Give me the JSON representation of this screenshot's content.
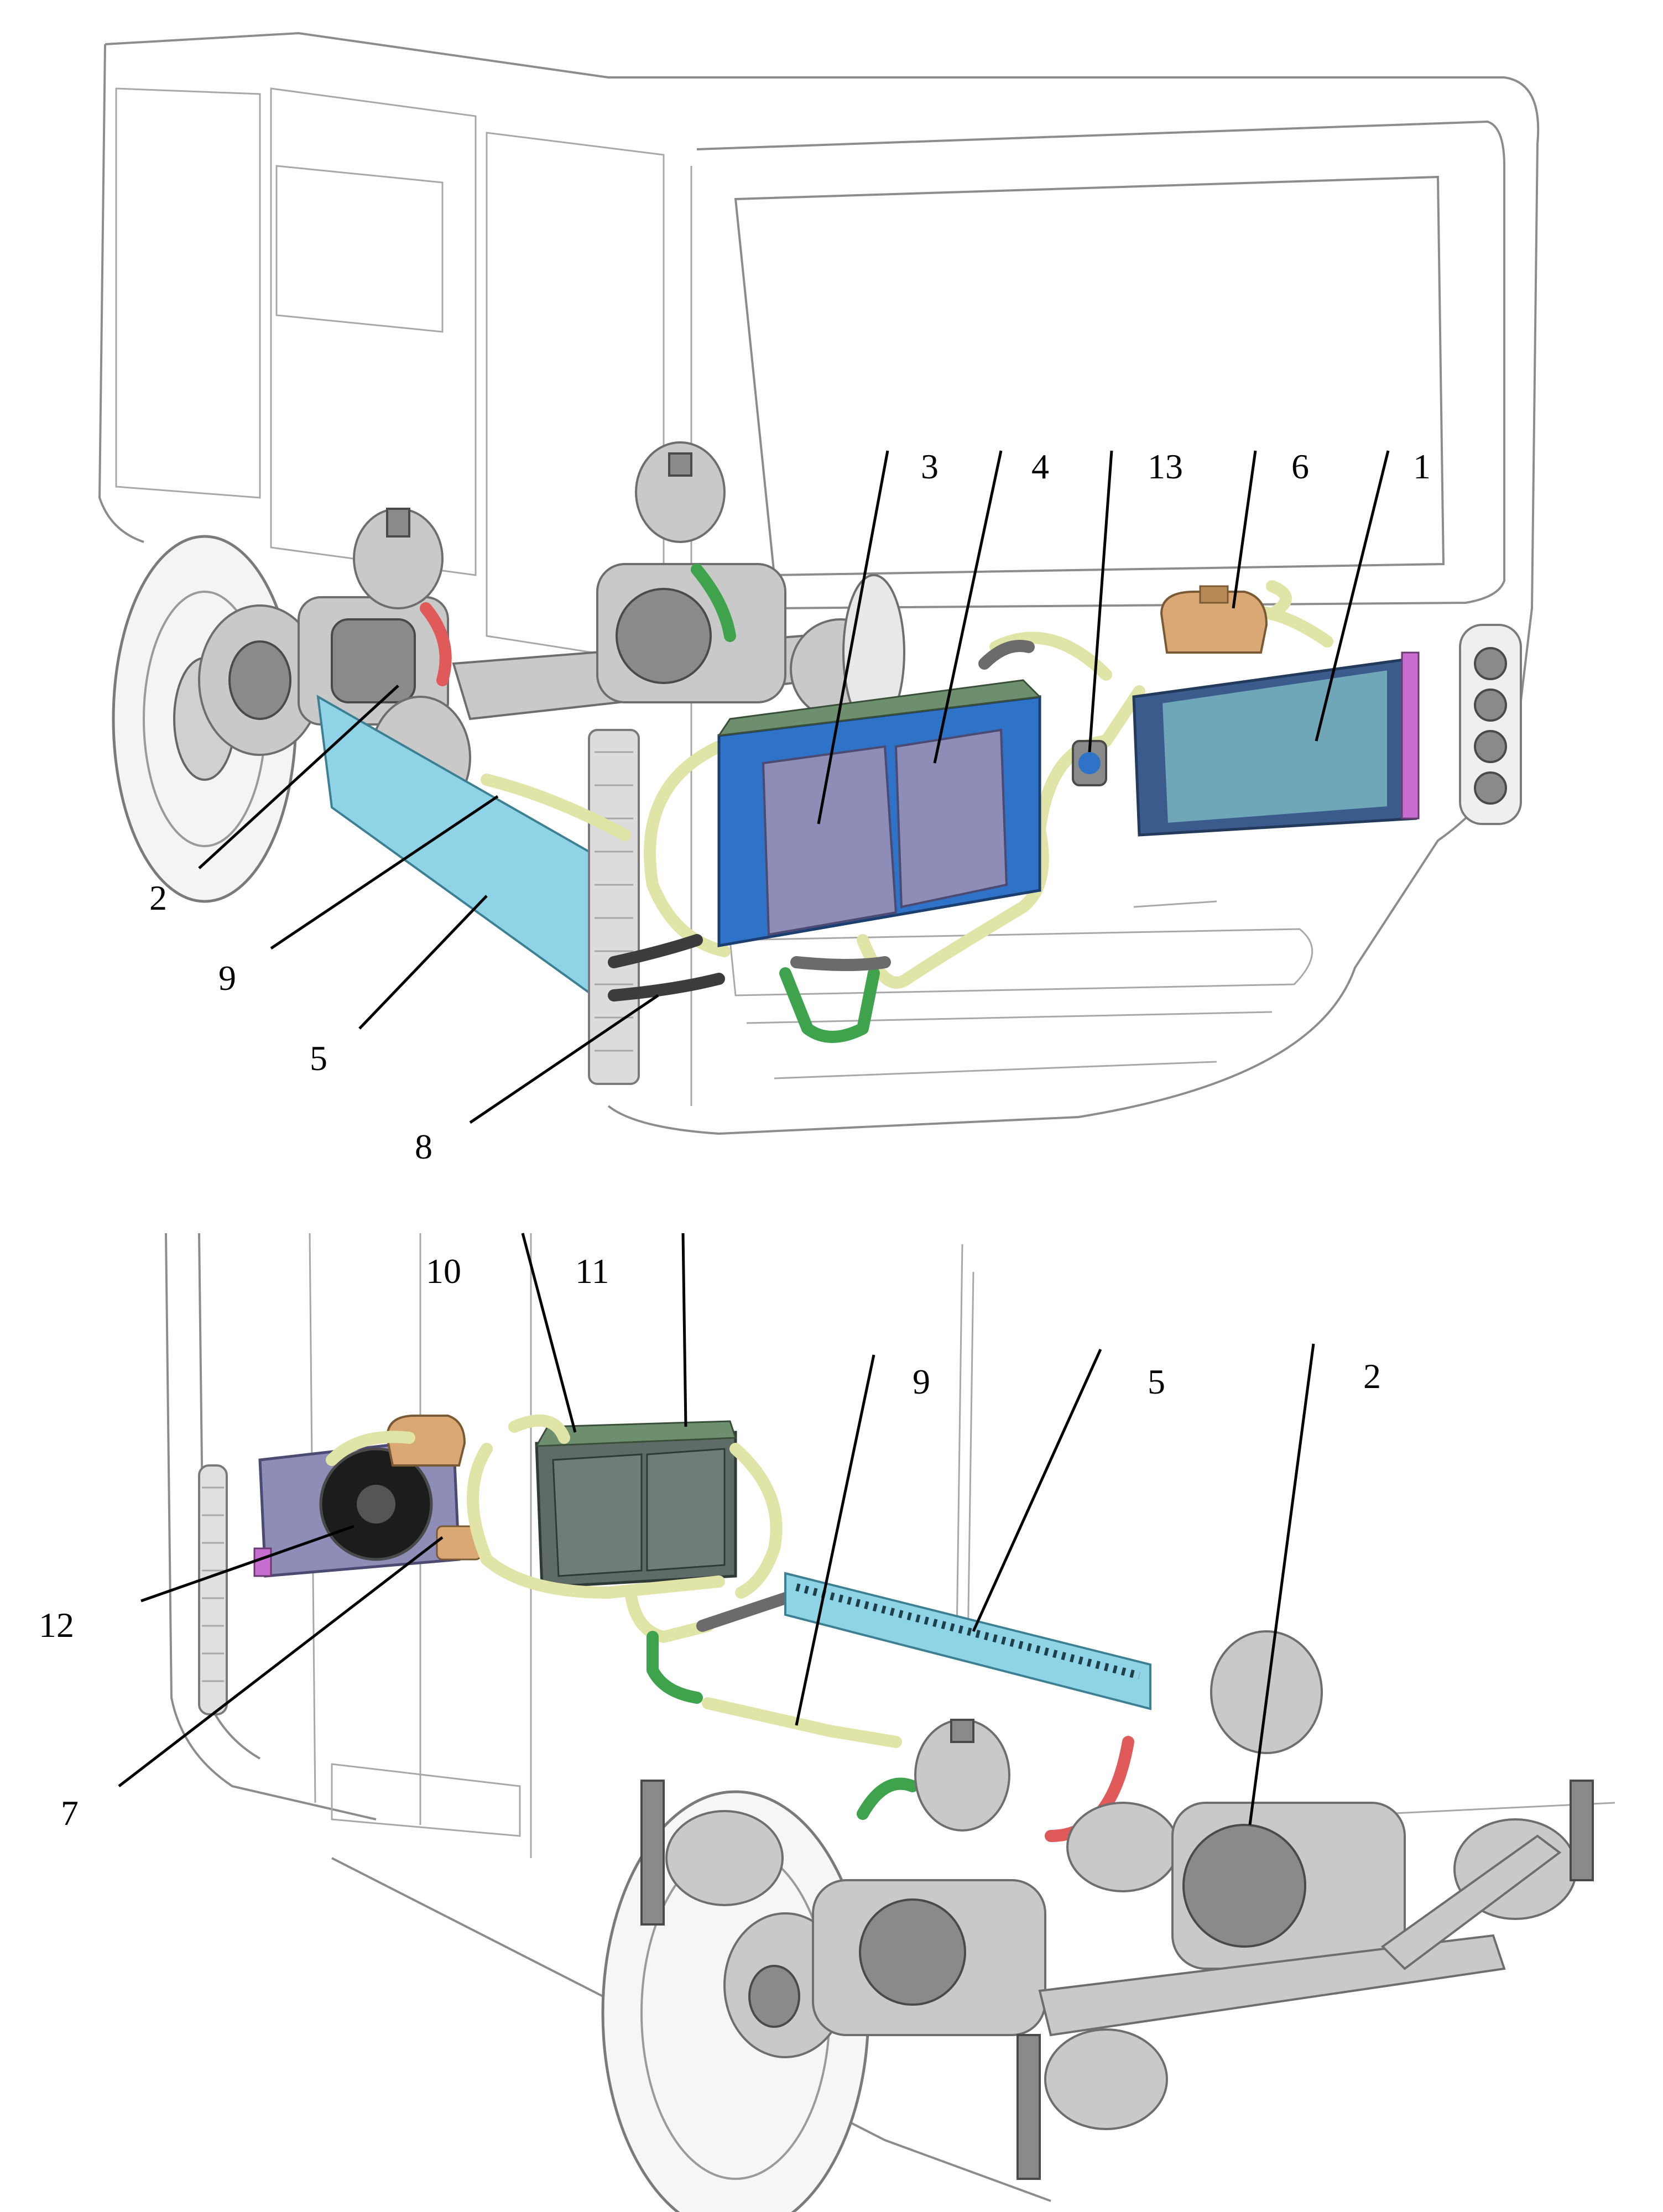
{
  "colors": {
    "radiator_fill": "#6fa7b9",
    "radiator_frame": "#3b5b8c",
    "cooling_duct": "#8fd3e6",
    "inverter_module": "#8e8db8",
    "controller_case": "#2f73c9",
    "expansion_tank": "#d9a874",
    "coolant_hose": "#e0e4a6",
    "green_pipe": "#3fa34d",
    "red_hose": "#e05a5a",
    "dark_module": "#5e6b66"
  },
  "icons": {
    "fan": "fan-icon",
    "wheel": "wheel-icon",
    "air-spring": "air-spring-icon"
  },
  "top_view": {
    "labels": [
      "3",
      "4",
      "13",
      "6",
      "1",
      "2",
      "9",
      "5",
      "8"
    ]
  },
  "bottom_view": {
    "labels": [
      "10",
      "11",
      "9",
      "5",
      "2",
      "12",
      "7"
    ]
  }
}
